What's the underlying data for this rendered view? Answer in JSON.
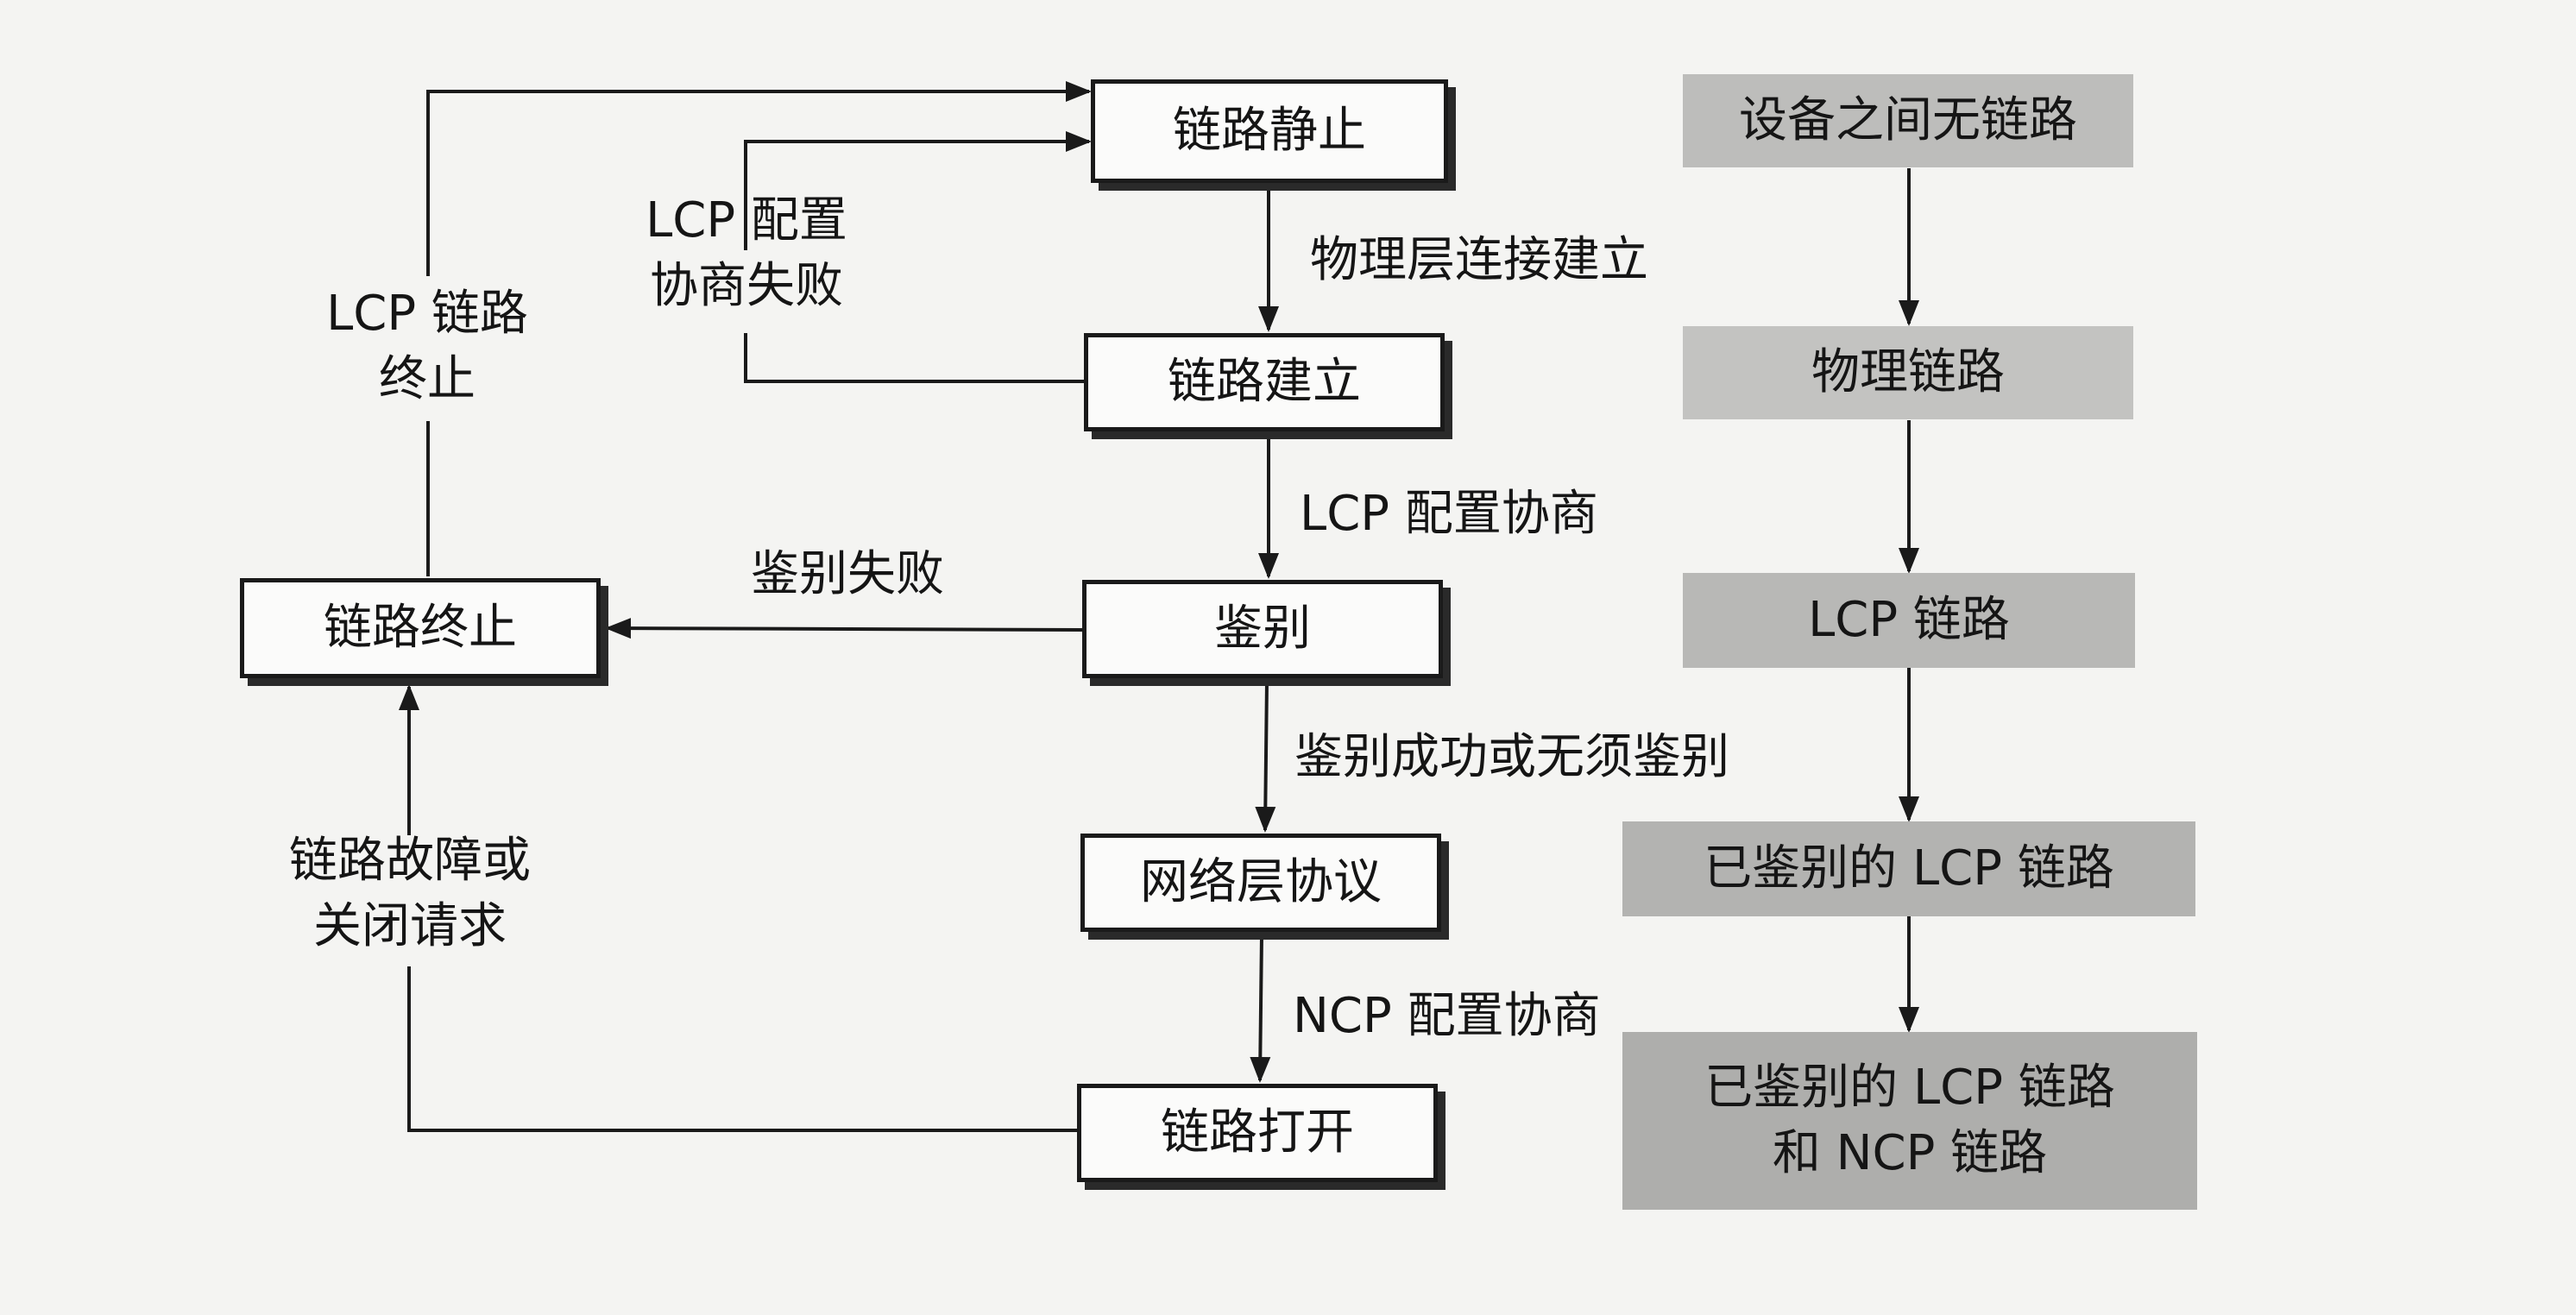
{
  "states": {
    "link_dead": "链路静止",
    "link_establish": "链路建立",
    "authenticate": "鉴别",
    "network_layer": "网络层协议",
    "link_open": "链路打开",
    "link_terminate": "链路终止"
  },
  "transitions": {
    "physical_up": "物理层连接建立",
    "lcp_negotiation": "LCP 配置协商",
    "auth_success": "鉴别成功或无须鉴别",
    "ncp_negotiation": "NCP 配置协商",
    "auth_fail": "鉴别失败",
    "lcp_fail_line1": "LCP 配置",
    "lcp_fail_line2": "协商失败",
    "lcp_terminate_line1": "LCP 链路",
    "lcp_terminate_line2": "终止",
    "link_fault_line1": "链路故障或",
    "link_fault_line2": "关闭请求"
  },
  "phases": {
    "no_link": "设备之间无链路",
    "physical_link": "物理链路",
    "lcp_link": "LCP 链路",
    "auth_lcp_link": "已鉴别的 LCP 链路",
    "auth_lcp_ncp_line1": "已鉴别的 LCP 链路",
    "auth_lcp_ncp_line2": "和 NCP 链路"
  }
}
